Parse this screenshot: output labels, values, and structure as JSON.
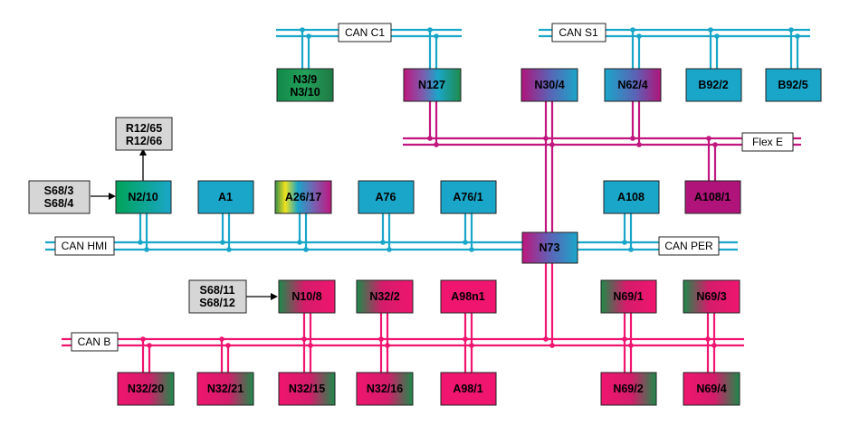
{
  "colors": {
    "can_c": "#1aa6c9",
    "flex": "#c0167e",
    "can_b": "#f0156f",
    "gray": "#d6d6d6"
  },
  "buses": {
    "can_c1": "CAN C1",
    "can_s1": "CAN S1",
    "flex_e": "Flex E",
    "can_hmi": "CAN HMI",
    "can_per": "CAN PER",
    "can_b": "CAN B"
  },
  "nodes": {
    "n3_9": [
      "N3/9",
      "N3/10"
    ],
    "n127": "N127",
    "n30_4": "N30/4",
    "n62_4": "N62/4",
    "b92_2": "B92/2",
    "b92_5": "B92/5",
    "r12": [
      "R12/65",
      "R12/66"
    ],
    "s68_3": [
      "S68/3",
      "S68/4"
    ],
    "n2_10": "N2/10",
    "a1": "A1",
    "a26_17": "A26/17",
    "a76": "A76",
    "a76_1": "A76/1",
    "a108": "A108",
    "a108_1": "A108/1",
    "n73": "N73",
    "s68_11": [
      "S68/11",
      "S68/12"
    ],
    "n10_8": "N10/8",
    "n32_2": "N32/2",
    "a98n1": "A98n1",
    "n69_1": "N69/1",
    "n69_3": "N69/3",
    "n32_20": "N32/20",
    "n32_21": "N32/21",
    "n32_15": "N32/15",
    "n32_16": "N32/16",
    "a98_1": "A98/1",
    "n69_2": "N69/2",
    "n69_4": "N69/4"
  }
}
